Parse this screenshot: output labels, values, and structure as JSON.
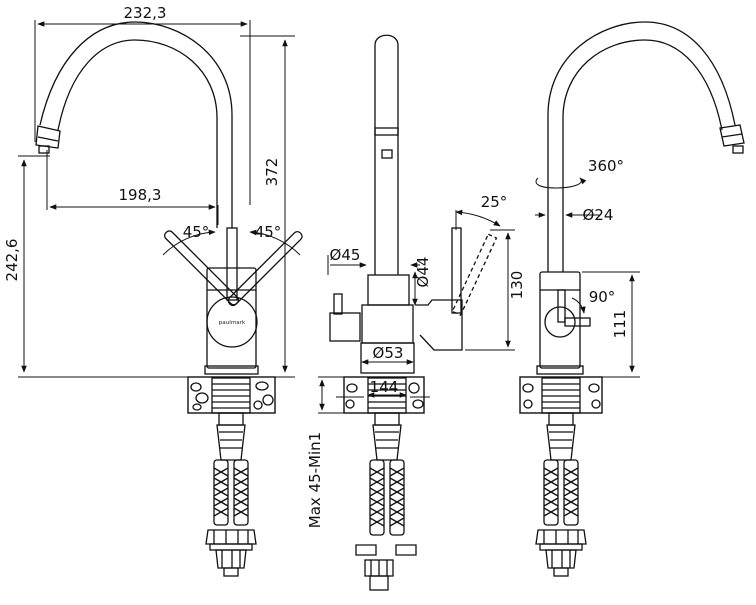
{
  "dimensions": {
    "overall_width": "232,3",
    "spout_reach": "198,3",
    "overall_height": "372",
    "spout_height": "242,6",
    "lever_angle_left": "45°",
    "lever_angle_right": "45°",
    "diameter_body": "Ø45",
    "diameter_spout": "Ø44",
    "diameter_base": "Ø53",
    "base_width": "144",
    "lever_tilt": "25°",
    "lever_height": "130",
    "mounting_thickness": "Max 45-Min1",
    "rotation": "360°",
    "diameter_tube": "Ø24",
    "lever_rotation": "90°",
    "body_height": "111"
  },
  "brand": "paulmark",
  "colors": {
    "line": "#111111",
    "background": "#ffffff"
  }
}
